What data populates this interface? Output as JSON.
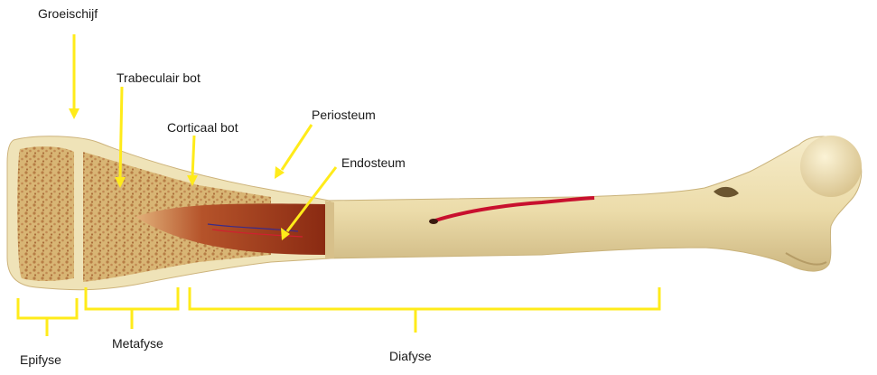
{
  "labels": {
    "growth_plate": "Groeischijf",
    "trabecular_bone": "Trabeculair bot",
    "cortical_bone": "Corticaal bot",
    "periosteum": "Periosteum",
    "endosteum": "Endosteum",
    "epiphysis": "Epifyse",
    "metaphysis": "Metafyse",
    "diaphysis": "Diafyse"
  },
  "colors": {
    "annotation": "#ffeb1a",
    "bone_outer": "#efe3b8",
    "bone_inner": "#d9b97a",
    "marrow": "#a8381a",
    "vessel": "#c8102e"
  }
}
